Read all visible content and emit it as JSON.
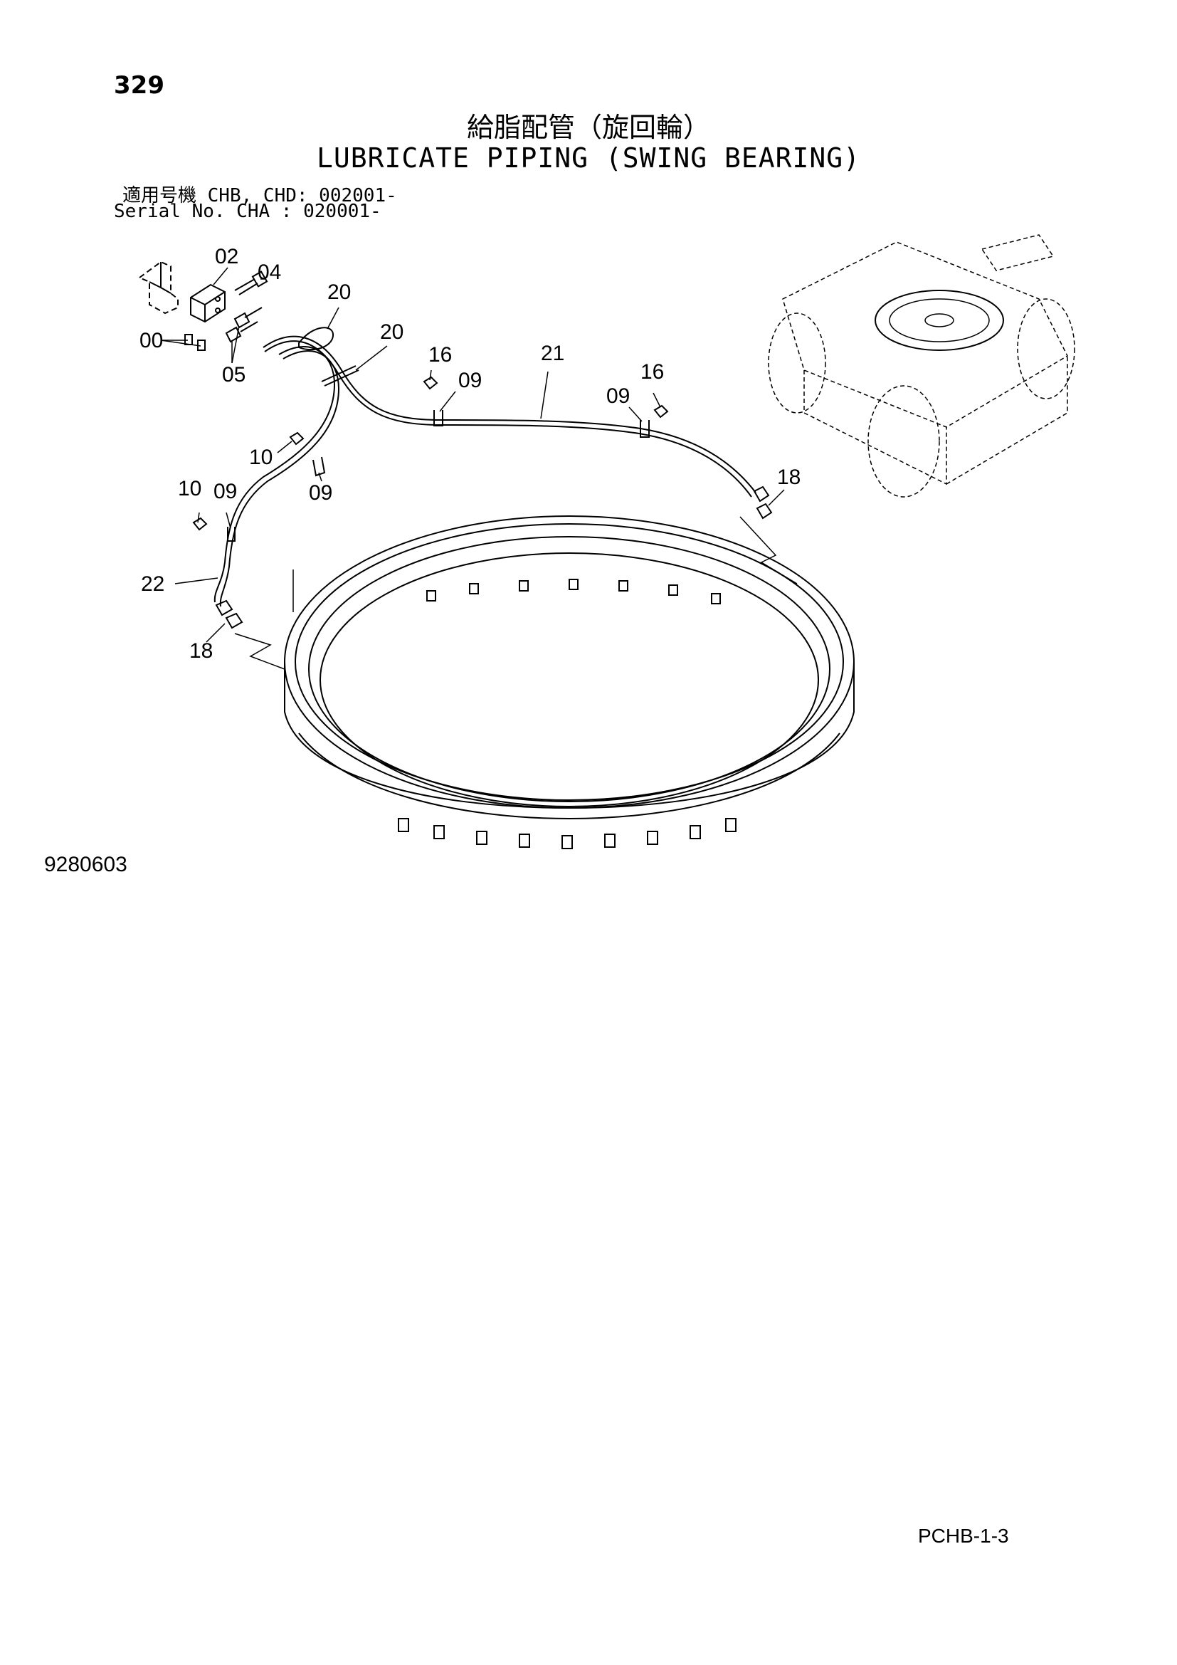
{
  "page": {
    "page_number": "329",
    "title_jp": "給脂配管（旋回輪）",
    "title_en": "LUBRICATE PIPING (SWING BEARING)",
    "serial_line_1": "適用号機 CHB, CHD: 002001-",
    "serial_line_2": "Serial No. CHA     : 020001-",
    "drawing_number": "9280603",
    "page_ref": "PCHB-1-3"
  },
  "callouts": [
    {
      "id": "label-02",
      "text": "02"
    },
    {
      "id": "label-04",
      "text": "04"
    },
    {
      "id": "label-20a",
      "text": "20"
    },
    {
      "id": "label-20b",
      "text": "20"
    },
    {
      "id": "label-00",
      "text": "00"
    },
    {
      "id": "label-05",
      "text": "05"
    },
    {
      "id": "label-16a",
      "text": "16"
    },
    {
      "id": "label-09a",
      "text": "09"
    },
    {
      "id": "label-21",
      "text": "21"
    },
    {
      "id": "label-16b",
      "text": "16"
    },
    {
      "id": "label-09b",
      "text": "09"
    },
    {
      "id": "label-10a",
      "text": "10"
    },
    {
      "id": "label-09c",
      "text": "09"
    },
    {
      "id": "label-10b",
      "text": "10"
    },
    {
      "id": "label-09d",
      "text": "09"
    },
    {
      "id": "label-18a",
      "text": "18"
    },
    {
      "id": "label-22",
      "text": "22"
    },
    {
      "id": "label-18b",
      "text": "18"
    }
  ]
}
